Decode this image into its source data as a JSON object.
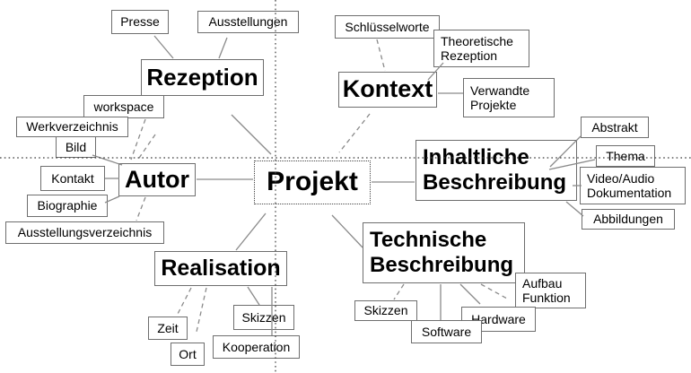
{
  "diagram_title": "Projekt",
  "colors": {
    "background": "#ffffff",
    "box_border": "#6e6e6e",
    "connector": "#8a8a8a",
    "guide_dots": "#3a3a3a",
    "text": "#000000"
  },
  "nodes": {
    "projekt": {
      "label": "Projekt"
    },
    "rezeption": {
      "label": "Rezeption"
    },
    "presse": {
      "label": "Presse"
    },
    "ausstellungen": {
      "label": "Ausstellungen"
    },
    "workspace": {
      "label": "workspace"
    },
    "kontext": {
      "label": "Kontext"
    },
    "schluesselworte": {
      "label": "Schlüsselworte"
    },
    "theoretische_rezeption": {
      "label": "Theoretische\nRezeption"
    },
    "verwandte_projekte": {
      "label": "Verwandte\nProjekte"
    },
    "autor": {
      "label": "Autor"
    },
    "werkverzeichnis": {
      "label": "Werkverzeichnis"
    },
    "bild": {
      "label": "Bild"
    },
    "kontakt": {
      "label": "Kontakt"
    },
    "biographie": {
      "label": "Biographie"
    },
    "ausstellungsverzeichnis": {
      "label": "Ausstellungsverzeichnis"
    },
    "inhaltliche_beschreibung": {
      "label": "Inhaltliche\nBeschreibung"
    },
    "abstrakt": {
      "label": "Abstrakt"
    },
    "thema": {
      "label": "Thema"
    },
    "video_audio_dokumentation": {
      "label": "Video/Audio\nDokumentation"
    },
    "abbildungen": {
      "label": "Abbildungen"
    },
    "realisation": {
      "label": "Realisation"
    },
    "zeit": {
      "label": "Zeit"
    },
    "ort": {
      "label": "Ort"
    },
    "kooperation": {
      "label": "Kooperation"
    },
    "skizzen_realisation": {
      "label": "Skizzen"
    },
    "technische_beschreibung": {
      "label": "Technische\nBeschreibung"
    },
    "skizzen_technik": {
      "label": "Skizzen"
    },
    "software": {
      "label": "Software"
    },
    "hardware": {
      "label": "Hardware"
    },
    "aufbau_funktion": {
      "label": "Aufbau\nFunktion"
    }
  },
  "connections": [
    {
      "from": "projekt",
      "to": "rezeption",
      "style": "solid"
    },
    {
      "from": "projekt",
      "to": "kontext",
      "style": "dashed"
    },
    {
      "from": "projekt",
      "to": "autor",
      "style": "solid"
    },
    {
      "from": "projekt",
      "to": "inhaltliche_beschreibung",
      "style": "solid"
    },
    {
      "from": "projekt",
      "to": "realisation",
      "style": "solid"
    },
    {
      "from": "projekt",
      "to": "technische_beschreibung",
      "style": "solid"
    },
    {
      "from": "rezeption",
      "to": "presse",
      "style": "solid"
    },
    {
      "from": "rezeption",
      "to": "ausstellungen",
      "style": "solid"
    },
    {
      "from": "kontext",
      "to": "schluesselworte",
      "style": "dashed"
    },
    {
      "from": "kontext",
      "to": "theoretische_rezeption",
      "style": "solid"
    },
    {
      "from": "kontext",
      "to": "verwandte_projekte",
      "style": "solid"
    },
    {
      "from": "autor",
      "to": "workspace",
      "style": "dashed"
    },
    {
      "from": "autor",
      "to": "werkverzeichnis",
      "style": "dashed"
    },
    {
      "from": "autor",
      "to": "bild",
      "style": "solid"
    },
    {
      "from": "autor",
      "to": "kontakt",
      "style": "solid"
    },
    {
      "from": "autor",
      "to": "biographie",
      "style": "solid"
    },
    {
      "from": "autor",
      "to": "ausstellungsverzeichnis",
      "style": "dashed"
    },
    {
      "from": "inhaltliche_beschreibung",
      "to": "abstrakt",
      "style": "solid"
    },
    {
      "from": "inhaltliche_beschreibung",
      "to": "thema",
      "style": "solid"
    },
    {
      "from": "inhaltliche_beschreibung",
      "to": "video_audio_dokumentation",
      "style": "solid"
    },
    {
      "from": "inhaltliche_beschreibung",
      "to": "abbildungen",
      "style": "solid"
    },
    {
      "from": "realisation",
      "to": "zeit",
      "style": "dashed"
    },
    {
      "from": "realisation",
      "to": "ort",
      "style": "dashed"
    },
    {
      "from": "realisation",
      "to": "kooperation",
      "style": "solid"
    },
    {
      "from": "realisation",
      "to": "skizzen_realisation",
      "style": "solid"
    },
    {
      "from": "technische_beschreibung",
      "to": "skizzen_technik",
      "style": "dashed"
    },
    {
      "from": "technische_beschreibung",
      "to": "software",
      "style": "solid"
    },
    {
      "from": "technische_beschreibung",
      "to": "hardware",
      "style": "solid"
    },
    {
      "from": "technische_beschreibung",
      "to": "aufbau_funktion",
      "style": "dashed"
    }
  ]
}
